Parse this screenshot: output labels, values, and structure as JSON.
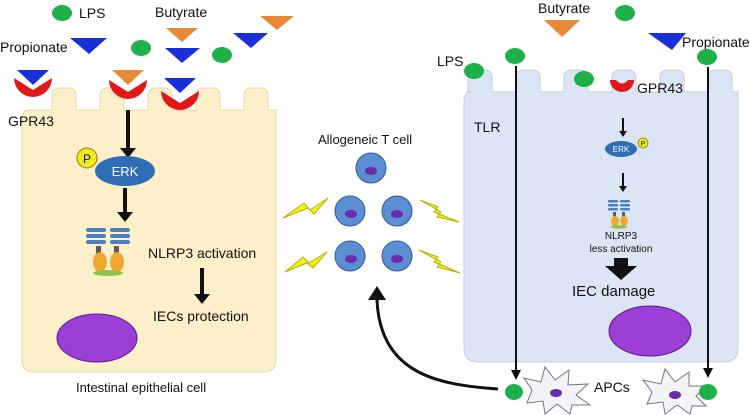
{
  "labels": {
    "lps_left": "LPS",
    "butyrate_left": "Butyrate",
    "propionate_left": "Propionate",
    "gpr43_left": "GPR43",
    "p_left": "P",
    "erk_left": "ERK",
    "nlrp3_activation": "NLRP3 activation",
    "iecs_protection": "IECs protection",
    "intestinal_epithelial_cell": "Intestinal epithelial cell",
    "allogeneic_t_cell": "Allogeneic T cell",
    "butyrate_right": "Butyrate",
    "propionate_right": "Propionate",
    "lps_right": "LPS",
    "gpr43_right": "GPR43",
    "tlr": "TLR",
    "erk_right": "ERK",
    "p_right": "P",
    "nlrp3_right": "NLRP3",
    "less_activation": "less activation",
    "iec_damage": "IEC damage",
    "apcs": "APCs"
  },
  "colors": {
    "left_cell_fill": "#fdefc9",
    "right_cell_fill": "#dce5f4",
    "cell_outline": "#b9bcc4",
    "lps_green": "#1fb04a",
    "propionate_blue": "#1a2fd8",
    "butyrate_orange": "#e8893a",
    "receptor_red": "#e21818",
    "erk_blue": "#2f6db4",
    "phospho_yellow": "#f2ea1c",
    "t_cell_blue": "#5b8fd2",
    "t_cell_nucleus": "#6a2ca8",
    "nucleus_purple": "#9b3fd6",
    "lightning_yellow": "#f1f01d"
  }
}
